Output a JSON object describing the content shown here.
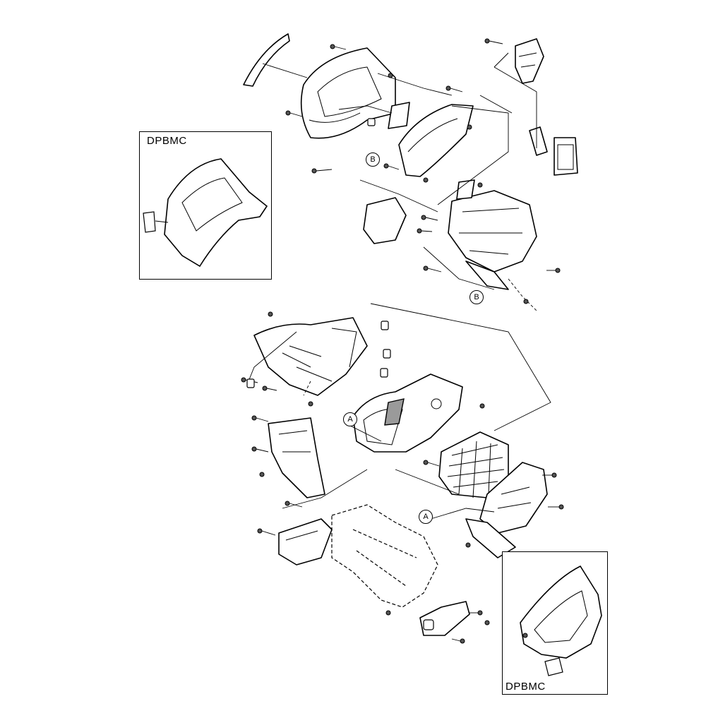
{
  "insets": {
    "upper_label": "DPBMC",
    "lower_label": "DPBMC"
  },
  "callouts": {
    "b1": "B",
    "b2": "B",
    "a1": "A",
    "a2": "A"
  }
}
